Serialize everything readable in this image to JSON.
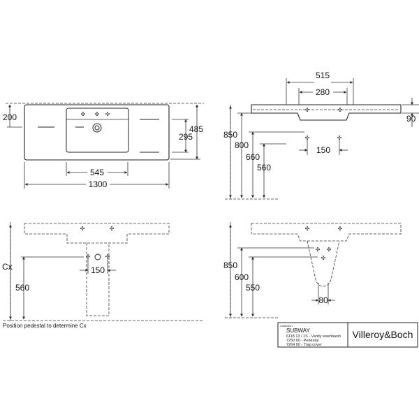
{
  "top_view": {
    "dims": {
      "d200": "200",
      "d485": "485",
      "d295": "295",
      "d545": "545",
      "d1300": "1300"
    }
  },
  "side_view": {
    "dims": {
      "d515": "515",
      "d280": "280",
      "d90": "90",
      "d850": "850",
      "d800": "800",
      "d660": "660",
      "d560": "560",
      "d150": "150"
    }
  },
  "front_pedestal_view": {
    "dims": {
      "cx": "Cx",
      "d560": "560",
      "d150": "150"
    },
    "caption": "Position pedestal to determine Cx"
  },
  "side_pedestal_view": {
    "dims": {
      "d850": "850",
      "d600": "600",
      "d550": "550",
      "d80": "80"
    }
  },
  "title_block": {
    "label": "Collection",
    "series": "SUBWAY",
    "lines": [
      "6118 13 / 1S - Vanity washbasin",
      "7250 00 - Pedestal",
      "7264 00 - Trap cover"
    ],
    "brand": "Villeroy&Boch"
  }
}
